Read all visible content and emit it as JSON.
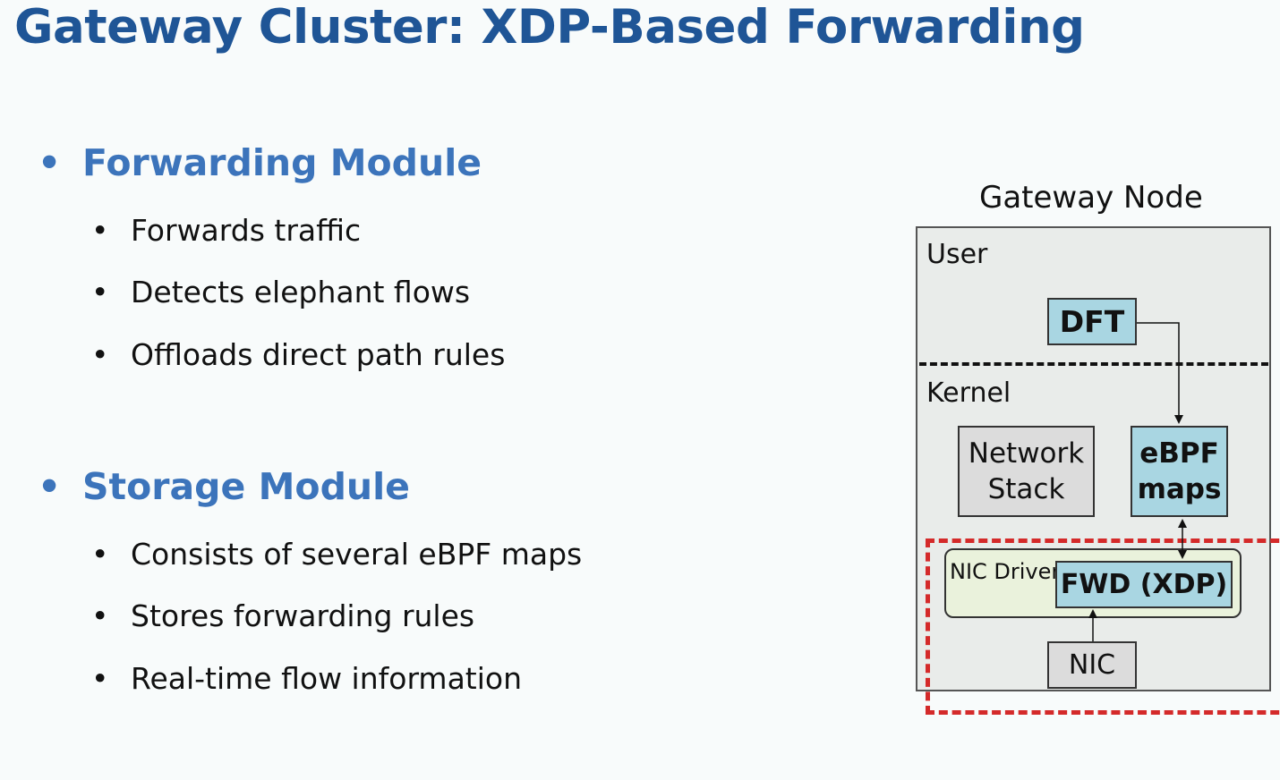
{
  "title": "Gateway Cluster: XDP-Based Forwarding",
  "sections": [
    {
      "heading": "Forwarding Module",
      "items": [
        "Forwards traffic",
        "Detects elephant flows",
        "Offloads direct path rules"
      ]
    },
    {
      "heading": "Storage Module",
      "items": [
        "Consists of several eBPF maps",
        "Stores forwarding rules",
        "Real-time flow information"
      ]
    }
  ],
  "bullet": "•",
  "diagram": {
    "title": "Gateway Node",
    "user_label": "User",
    "kernel_label": "Kernel",
    "dft": "DFT",
    "network_stack_line1": "Network",
    "network_stack_line2": "Stack",
    "ebpf_line1": "eBPF",
    "ebpf_line2": "maps",
    "nic_driver": "NIC Driver",
    "fwd": "FWD (XDP)",
    "nic": "NIC",
    "colors": {
      "title": "#1f5596",
      "section": "#3c74bb",
      "component_box": "#a9d6e2",
      "neutral_box": "#dcdcdc",
      "driver_box": "#eaf2dc",
      "highlight_dashes": "#d42a2a"
    }
  }
}
